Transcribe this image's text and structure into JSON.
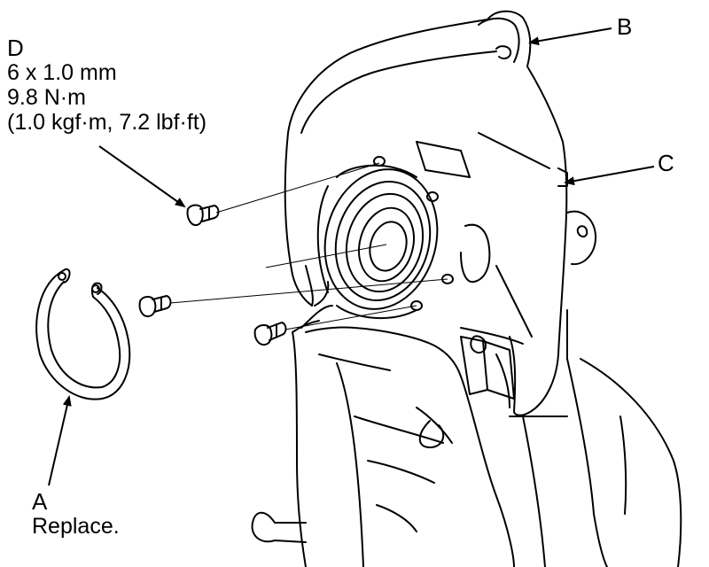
{
  "labels": {
    "D": {
      "letter": "D",
      "size": "6 x 1.0 mm",
      "torque_nm": "9.8 N·m",
      "torque_alt": "(1.0 kgf·m, 7.2 lbf·ft)"
    },
    "A": {
      "letter": "A",
      "note": "Replace."
    },
    "B": {
      "letter": "B"
    },
    "C": {
      "letter": "C"
    }
  },
  "colors": {
    "ink": "#000000",
    "paper": "#ffffff"
  }
}
